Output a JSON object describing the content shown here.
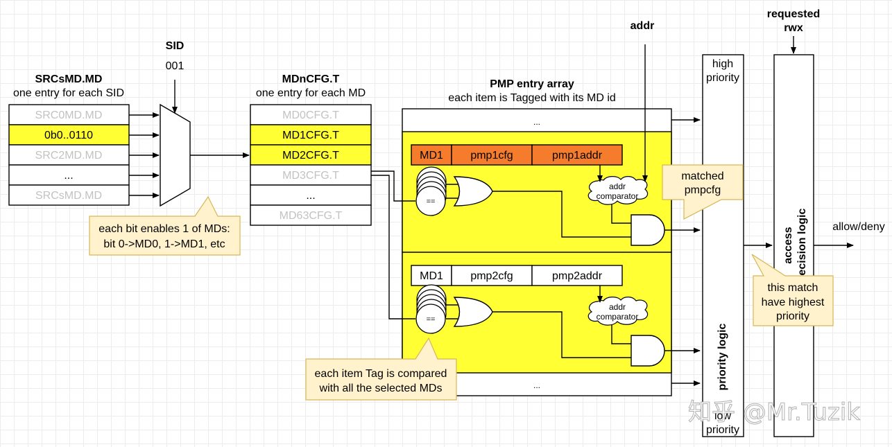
{
  "sid": {
    "title": "SID",
    "value": "001"
  },
  "srcsmd": {
    "title": "SRCsMD.MD",
    "subtitle": "one entry for each SID",
    "rows": [
      "SRC0MD.MD",
      "0b0..0110",
      "SRC2MD.MD",
      "...",
      "SRCsMD.MD"
    ]
  },
  "mdncfg": {
    "title": "MDnCFG.T",
    "subtitle": "one entry for each MD",
    "rows": [
      "MD0CFG.T",
      "MD1CFG.T",
      "MD2CFG.T",
      "MD3CFG.T",
      "...",
      "MD63CFG.T"
    ]
  },
  "pmp": {
    "title": "PMP entry array",
    "subtitle": "each item is Tagged with its MD id",
    "top_dots": "...",
    "bottom_dots": "...",
    "entry1": {
      "md": "MD1",
      "cfg": "pmp1cfg",
      "addr": "pmp1addr"
    },
    "entry2": {
      "md": "MD1",
      "cfg": "pmp2cfg",
      "addr": "pmp2addr"
    },
    "eq_label": "==",
    "comparator_line1": "addr",
    "comparator_line2": "comparator"
  },
  "addr_label": "addr",
  "requested": {
    "line1": "requested",
    "line2": "rwx"
  },
  "priority": {
    "high": [
      "high",
      "priority"
    ],
    "low": [
      "low",
      "priority"
    ],
    "title": "priority logic"
  },
  "access": {
    "line1": "access",
    "line2": "decision logic"
  },
  "output_label": "allow/deny",
  "notes": {
    "bits": [
      "each bit enables 1 of MDs:",
      "bit 0->MD0, 1->MD1, etc"
    ],
    "matched": [
      "matched",
      "pmpcfg"
    ],
    "tag": [
      "each item Tag is compared",
      "with all the selected MDs"
    ],
    "highest": [
      "this match",
      "have highest",
      "priority"
    ]
  },
  "watermark": "知乎 @Mr.Tuzik",
  "colors": {
    "yellow": "#ffff33",
    "orange": "#f57c2c",
    "note_fill": "#fff2cc",
    "note_border": "#d6b656",
    "grey_text": "#c2c2c2"
  }
}
